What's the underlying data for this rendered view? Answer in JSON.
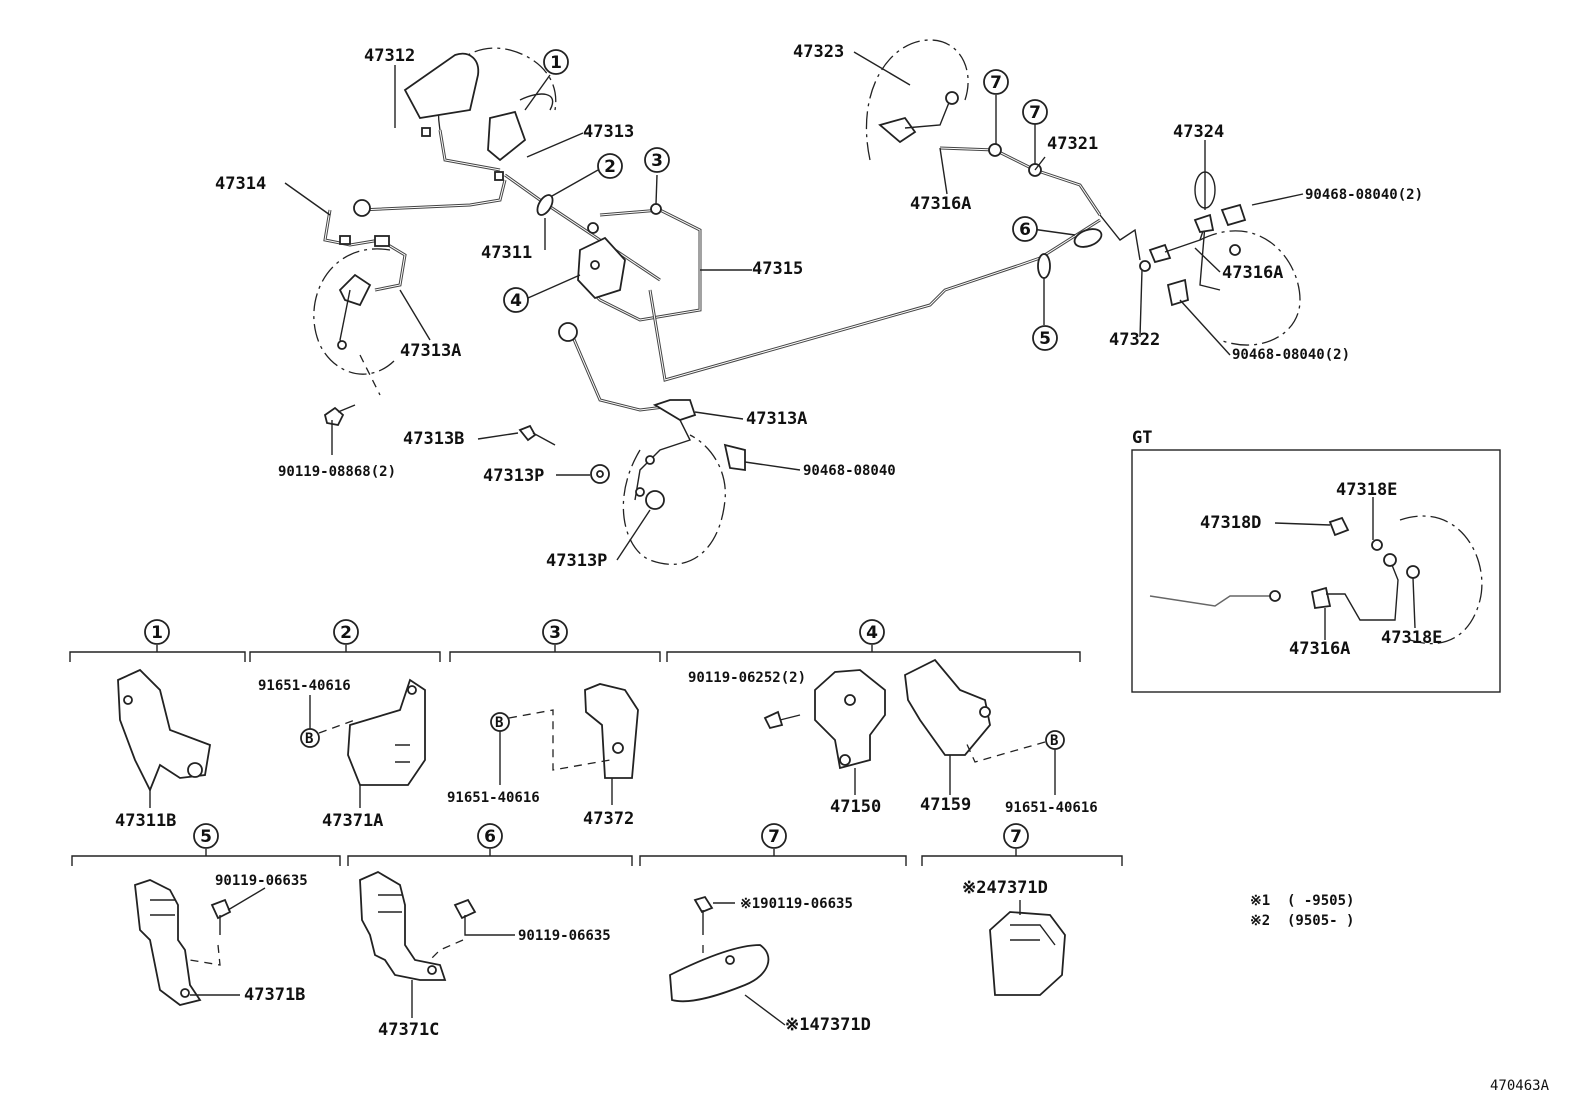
{
  "diagram_code": "470463A",
  "variant_box_label": "GT",
  "legend": {
    "note1_mark": "※1",
    "note1_range": "(       -9505)",
    "note2_mark": "※2",
    "note2_range": "(9505-       )"
  },
  "parts": {
    "p47312": "47312",
    "p47313": "47313",
    "p47314": "47314",
    "p47311": "47311",
    "p47315": "47315",
    "p47313A_1": "47313A",
    "p47313A_2": "47313A",
    "p47313B": "47313B",
    "p47313P_1": "47313P",
    "p47313P_2": "47313P",
    "p90119_08868": "90119-08868(2)",
    "p90468_08040_a": "90468-08040",
    "p47323": "47323",
    "p47316A_1": "47316A",
    "p47321": "47321",
    "p47324": "47324",
    "p90468_08040_b": "90468-08040(2)",
    "p47316A_2": "47316A",
    "p47322": "47322",
    "p90468_08040_c": "90468-08040(2)",
    "p47318E_1": "47318E",
    "p47318D": "47318D",
    "p47316A_3": "47316A",
    "p47318E_2": "47318E",
    "p47311B": "47311B",
    "p91651_40616_a": "91651-40616",
    "p47371A": "47371A",
    "p91651_40616_b": "91651-40616",
    "p47372": "47372",
    "p90119_06252": "90119-06252(2)",
    "p47150": "47150",
    "p47159": "47159",
    "p91651_40616_c": "91651-40616",
    "p90119_06635_a": "90119-06635",
    "p47371B": "47371B",
    "p90119_06635_b": "90119-06635",
    "p47371C": "47371C",
    "p90119_06635_c": "※190119-06635",
    "p47371D_1": "※147371D",
    "p47371D_2": "※247371D"
  },
  "callouts": {
    "c1": "1",
    "c2": "2",
    "c3": "3",
    "c4": "4",
    "c5": "5",
    "c6": "6",
    "c7a": "7",
    "c7b": "7"
  },
  "detail_headers": {
    "h1": "1",
    "h2": "2",
    "h3": "3",
    "h4": "4",
    "h5": "5",
    "h6": "6",
    "h7a": "7",
    "h7b": "7"
  },
  "bolt_mark": "B"
}
